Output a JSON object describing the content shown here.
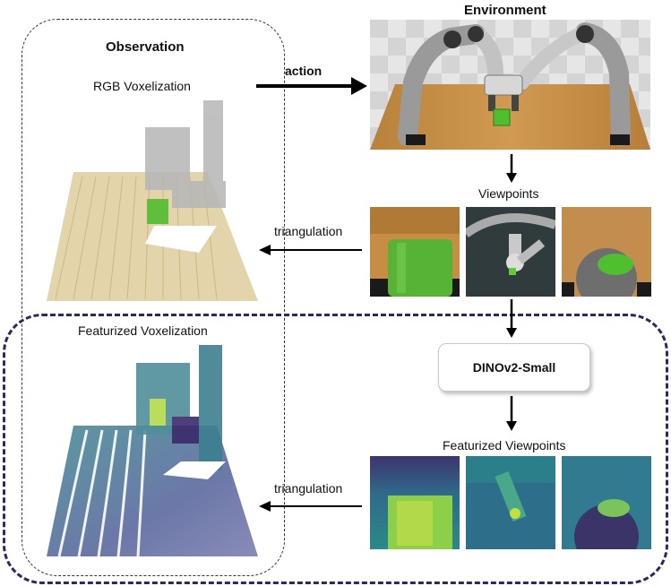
{
  "labels": {
    "environment": "Environment",
    "observation": "Observation",
    "rgb_voxelization": "RGB Voxelization",
    "action": "action",
    "viewpoints": "Viewpoints",
    "triangulation_top": "triangulation",
    "featurized_voxelization": "Featurized Voxelization",
    "dino_model": "DINOv2-Small",
    "featurized_viewpoints": "Featurized Viewpoints",
    "triangulation_bottom": "triangulation"
  },
  "colors": {
    "feature_box_border": "#2e2760",
    "observation_box_border": "#333333",
    "wood": "#c9944a",
    "robot": "#b4b4b4",
    "cube": "#4fbf2f",
    "voxel_sand": "#e3d4a8",
    "feature_dark": "#3b2a6b",
    "feature_mid": "#4f8f9a",
    "feature_bright": "#b5d94a"
  }
}
